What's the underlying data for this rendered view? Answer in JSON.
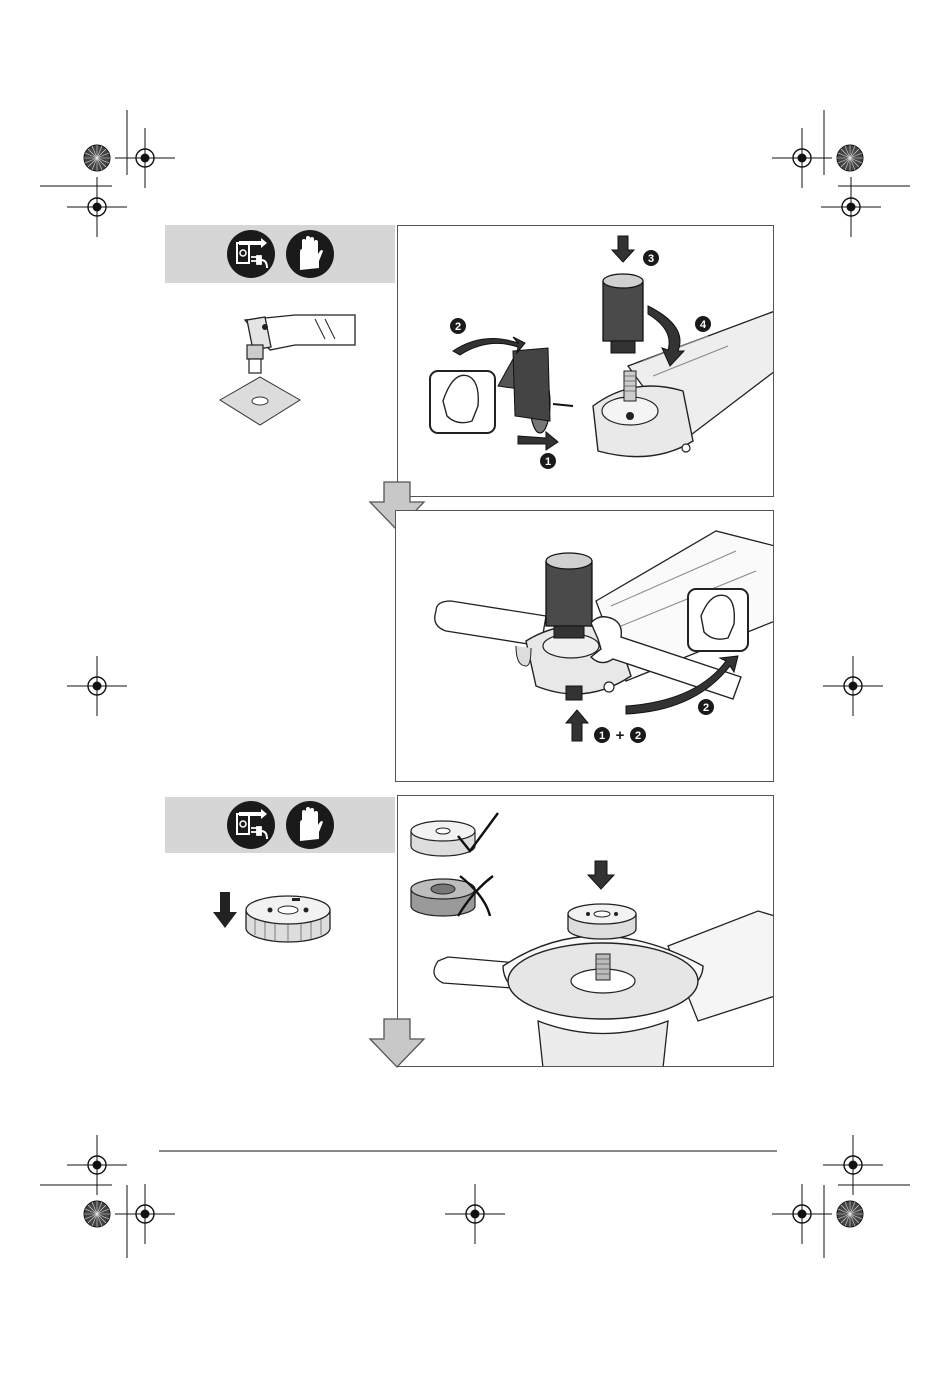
{
  "page": {
    "background": "#ffffff",
    "band_color": "#d6d6d6",
    "line_color": "#1a1a1a"
  },
  "icons": {
    "unplug": "unplug-before-work-icon",
    "gloves": "wear-gloves-icon"
  },
  "steps": {
    "s1": "1",
    "s2": "2",
    "s3": "3",
    "s4": "4",
    "combo_a": "1",
    "combo_plus": "+",
    "combo_b": "2"
  }
}
